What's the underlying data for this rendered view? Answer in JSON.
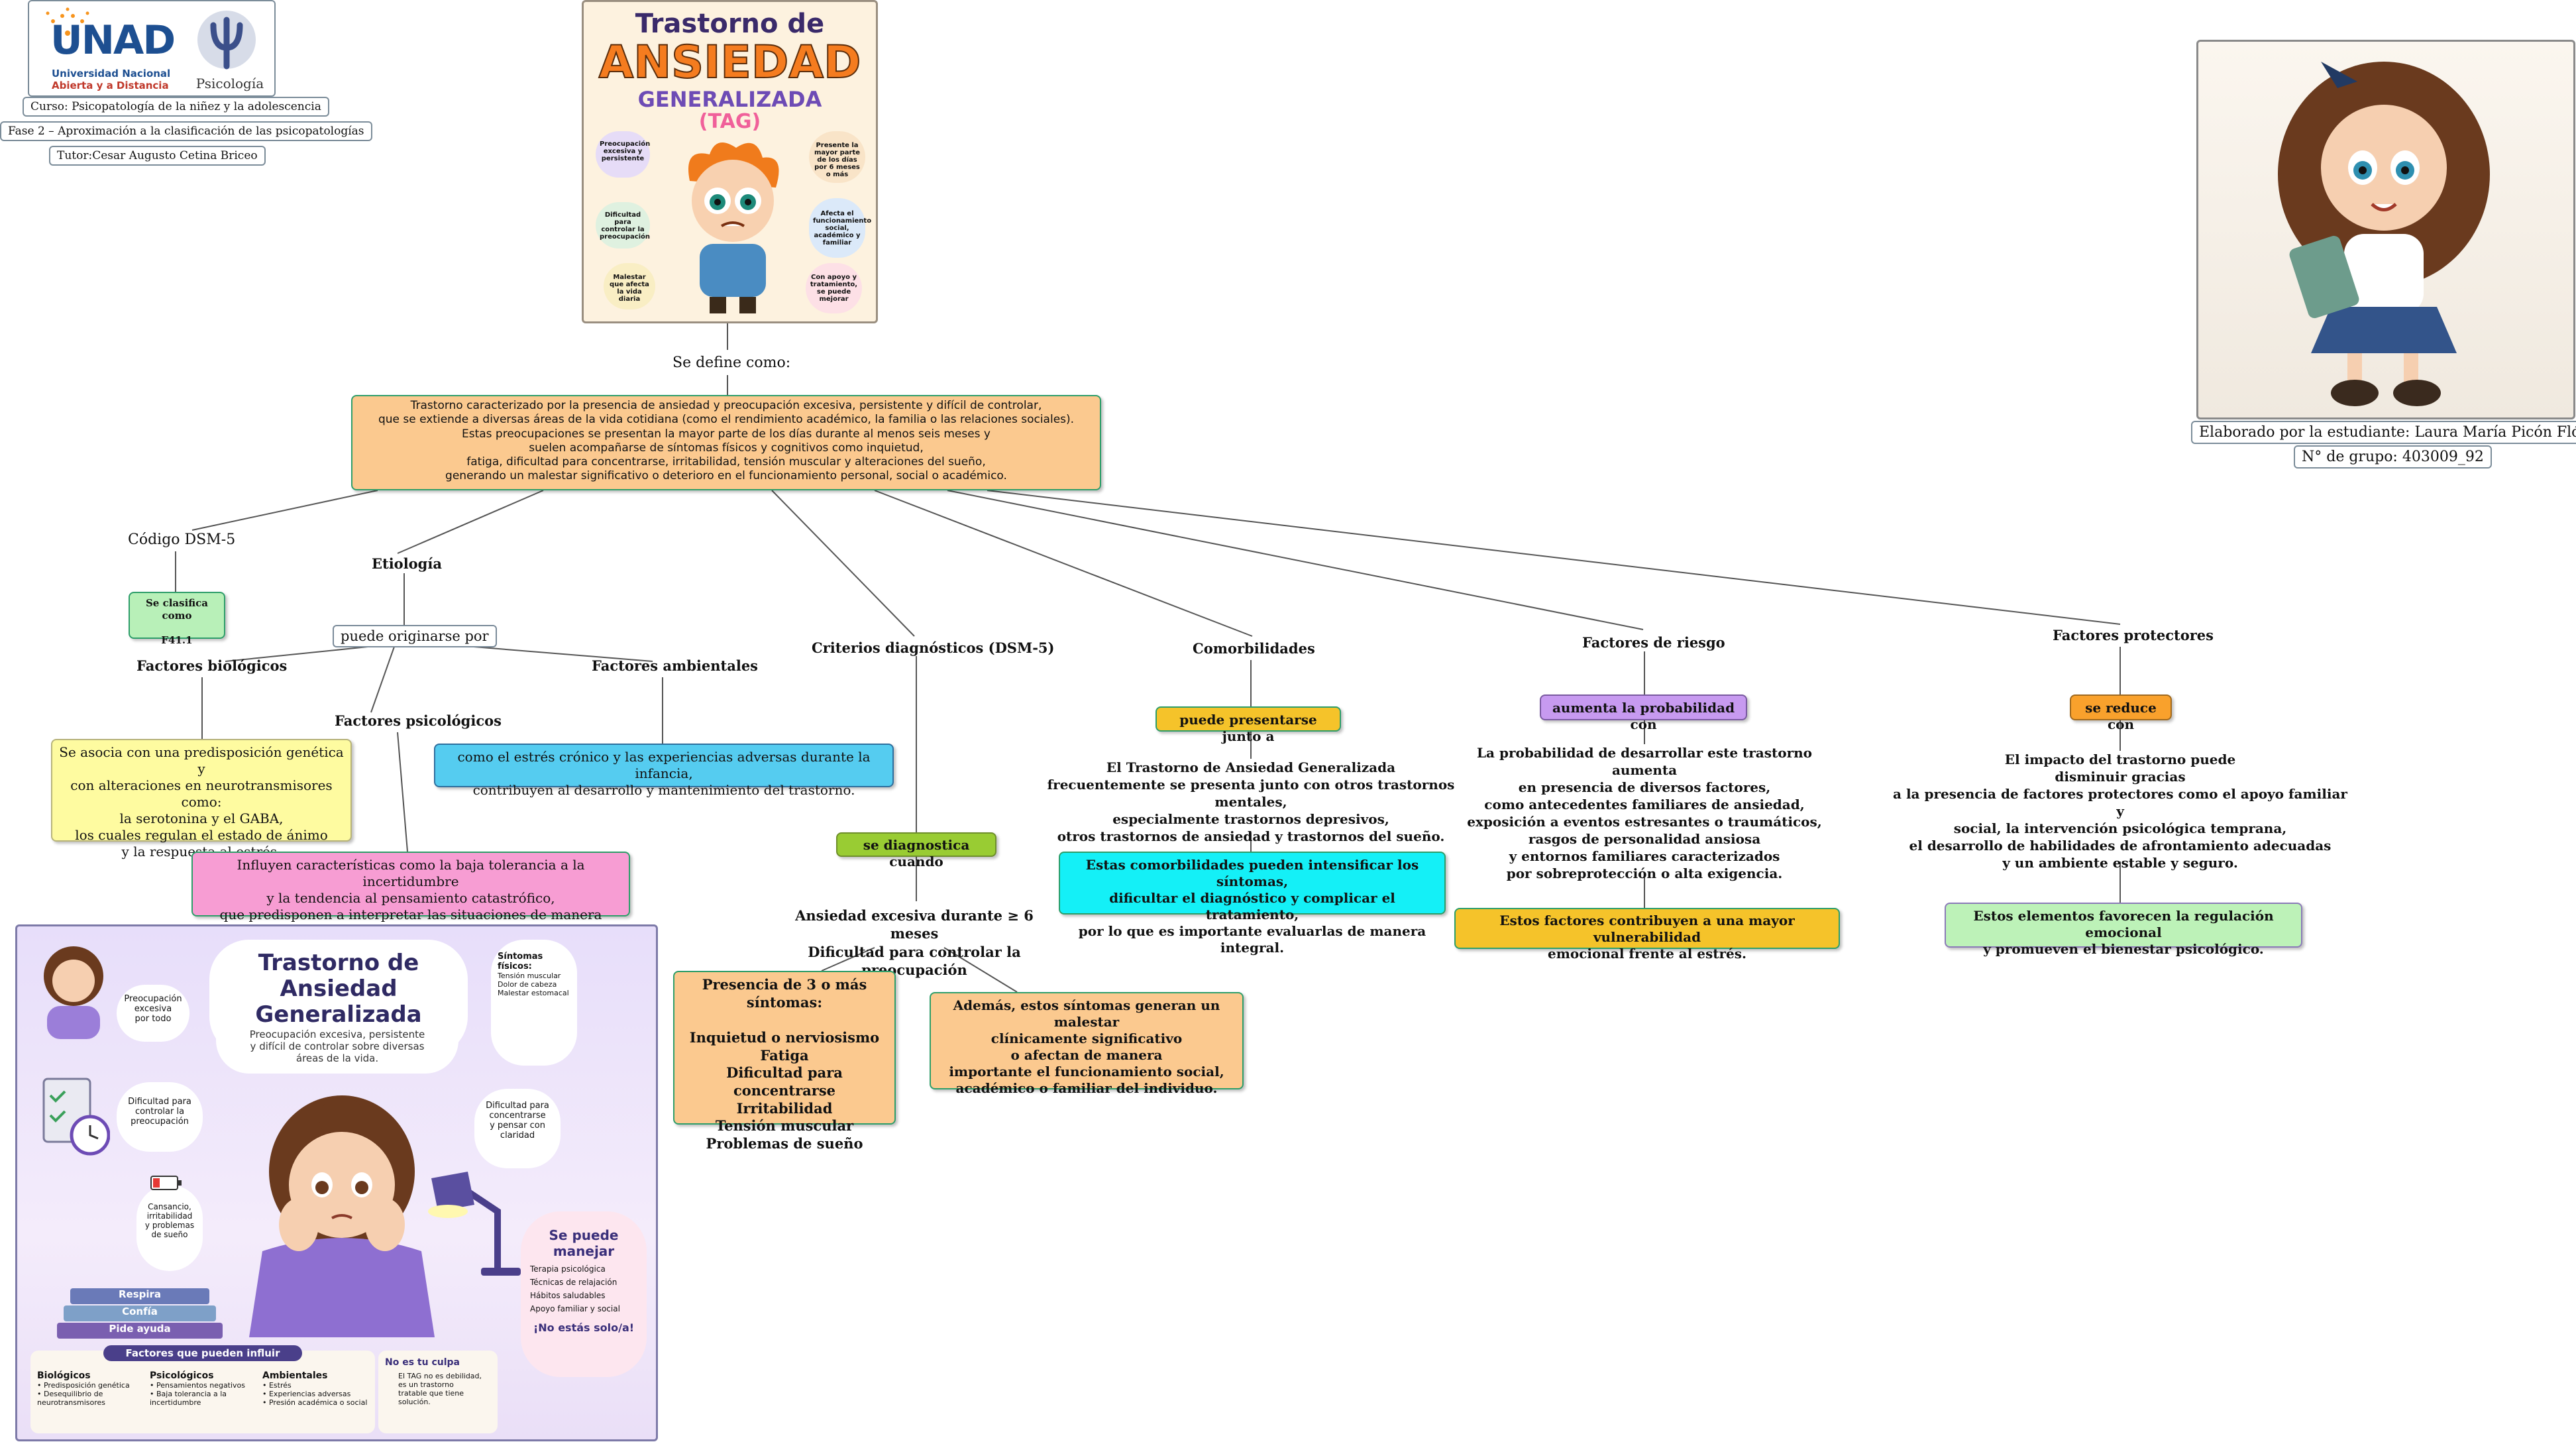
{
  "header": {
    "logo_unad": "UNAD",
    "logo_unad_sub1": "Universidad Nacional",
    "logo_unad_sub2": "Abierta y a Distancia",
    "logo_psico": "Psicología",
    "course": "Curso: Psicopatología de la niñez y la adolescencia",
    "phase": "Fase 2 – Aproximación a la clasificación de las psicopatologías",
    "tutor": "Tutor:Cesar Augusto Cetina Briceo"
  },
  "student": {
    "author": "Elaborado por la estudiante: Laura María Picón Flórez",
    "group": "N° de grupo: 403009_92"
  },
  "poster_top": {
    "title1": "Trastorno de",
    "title2": "ANSIEDAD",
    "title3": "GENERALIZADA",
    "title4": "(TAG)",
    "bubbles": [
      "Preocupación excesiva y persistente",
      "Presente la mayor parte de los días por 6 meses o más",
      "Dificultad para controlar la preocupación",
      "Afecta el funcionamiento social, académico y familiar",
      "Malestar que afecta la vida diaria",
      "Con apoyo y tratamiento, se puede mejorar"
    ]
  },
  "map": {
    "define_label": "Se define como:",
    "definition": "Trastorno caracterizado por la presencia de ansiedad y preocupación excesiva, persistente y difícil de controlar,\nque se extiende a diversas áreas de la vida cotidiana (como el rendimiento académico, la familia o las relaciones sociales).\nEstas preocupaciones se presentan la mayor parte de los días durante al menos seis meses y\nsuelen acompañarse de síntomas físicos y cognitivos como inquietud,\nfatiga, dificultad para concentrarse, irritabilidad, tensión muscular y alteraciones del sueño,\ngenerando un malestar significativo o deterioro en el funcionamiento personal, social o académico.",
    "dsm_label": "Código DSM-5",
    "dsm_box": "Se clasifica como\n\nF41.1",
    "etio_label": "Etiología",
    "etio_connector": "puede originarse por",
    "bio_label": "Factores biológicos",
    "bio_text": "Se asocia con una predisposición genética y\ncon alteraciones en neurotransmisores como:\nla serotonina y el GABA,\nlos cuales regulan el estado de ánimo\ny la respuesta al estrés.",
    "psi_label": "Factores psicológicos",
    "psi_text": "Influyen características como la baja tolerancia a la incertidumbre\ny la tendencia al pensamiento catastrófico,\nque predisponen a interpretar las situaciones de manera negativa.",
    "amb_label": "Factores ambientales",
    "amb_text": "como el estrés crónico y las experiencias adversas durante la infancia,\ncontribuyen al desarrollo y mantenimiento del trastorno.",
    "crit_label": "Criterios diagnósticos (DSM-5)",
    "crit_connector": "se diagnostica cuando",
    "crit_text": "Ansiedad excesiva durante ≥ 6 meses\nDificultad para controlar la preocupación",
    "crit_sym": "Presencia de 3 o más síntomas:\n\nInquietud o nerviosismo\nFatiga\nDificultad para concentrarse\nIrritabilidad\nTensión muscular\nProblemas de sueño",
    "crit_impact": "Además, estos síntomas generan un malestar\nclínicamente significativo\no afectan de manera\nimportante el funcionamiento social,\nacadémico o familiar del individuo.",
    "com_label": "Comorbilidades",
    "com_connector": "puede presentarse junto a",
    "com_text": "El Trastorno de Ansiedad Generalizada\nfrecuentemente se presenta junto con otros trastornos mentales,\nespecialmente trastornos depresivos,\notros trastornos de ansiedad y trastornos del sueño.",
    "com_box": "Estas comorbilidades pueden intensificar los síntomas,\ndificultar el diagnóstico y complicar el tratamiento,\npor lo que es importante evaluarlas de manera integral.",
    "risk_label": "Factores de riesgo",
    "risk_connector": "aumenta la probabilidad con",
    "risk_text": "La probabilidad de desarrollar este trastorno aumenta\nen presencia de diversos factores,\ncomo antecedentes familiares de ansiedad,\nexposición a eventos estresantes o traumáticos,\nrasgos de personalidad ansiosa\ny entornos familiares caracterizados\npor sobreprotección o alta exigencia.",
    "risk_box": "Estos factores contribuyen a una mayor vulnerabilidad\nemocional frente al estrés.",
    "prot_label": "Factores protectores",
    "prot_connector": "se reduce con",
    "prot_text": "El impacto del trastorno puede\ndisminuir gracias\na la presencia de factores protectores como el apoyo familiar y\nsocial, la intervención psicológica temprana,\nel desarrollo de habilidades de afrontamiento adecuadas\ny un ambiente estable y seguro.",
    "prot_box": "Estos elementos favorecen la regulación emocional\ny promueven el bienestar psicológico."
  },
  "poster_bottom": {
    "title": "Trastorno de\nAnsiedad Generalizada\n(TAG)",
    "subtitle": "Preocupación excesiva, persistente\ny difícil de controlar sobre diversas\náreas de la vida.",
    "b1": "Preocupación\nexcesiva\npor todo",
    "b2": "Síntomas\nfísicos:",
    "b2_items": [
      "Tensión muscular",
      "Dolor de cabeza",
      "Malestar estomacal"
    ],
    "b3": "Dificultad para\ncontrolar la\npreocupación",
    "b4": "Dificultad para\nconcentrarse\ny pensar con\nclaridad",
    "b5": "Cansancio,\nirritabilidad\ny problemas\nde sueño",
    "manage_title": "Se puede\nmanejar",
    "manage_items": [
      "Terapia psicológica",
      "Técnicas de relajación",
      "Hábitos saludables",
      "Apoyo familiar y social"
    ],
    "manage_footer": "¡No estás solo/a!",
    "books": [
      "Respira",
      "Confía",
      "Pide ayuda"
    ],
    "factors_title": "Factores que pueden influir",
    "factors": [
      {
        "name": "Biológicos",
        "items": "• Predisposición genética\n• Desequilibrio de neurotransmisores"
      },
      {
        "name": "Psicológicos",
        "items": "• Pensamientos negativos\n• Baja tolerancia a la incertidumbre"
      },
      {
        "name": "Ambientales",
        "items": "• Estrés\n• Experiencias adversas\n• Presión académica o social"
      }
    ],
    "fault_title": "No es tu culpa",
    "fault_text": "El TAG no es debilidad,\nes un trastorno\ntratable que tiene\nsolución."
  },
  "colors": {
    "definition_bg": "#fbc98f",
    "dsm_bg": "#b8f0b8",
    "bio_bg": "#fefba0",
    "psi_bg": "#f79dd3",
    "amb_bg": "#55ccf0",
    "crit_connector_bg": "#99cc33",
    "symptoms_bg": "#fbc98f",
    "com_connector_bg": "#f5c32a",
    "com_box_bg": "#14f0f7",
    "risk_connector_bg": "#c79af0",
    "risk_box_bg": "#f5c32a",
    "prot_connector_bg": "#f9a12c",
    "prot_box_bg": "#bdf2b8"
  }
}
